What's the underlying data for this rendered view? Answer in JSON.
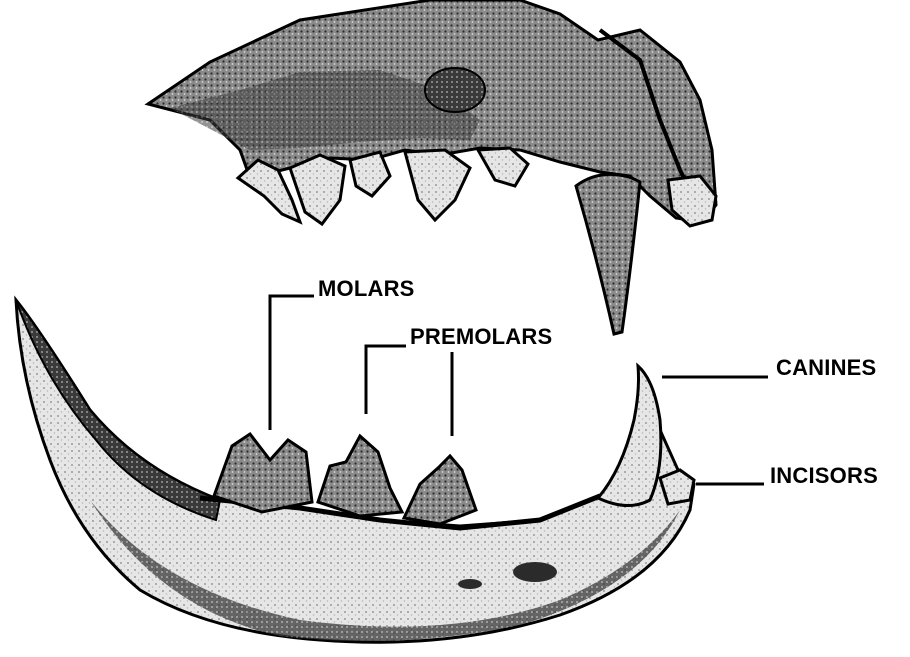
{
  "diagram": {
    "labels": {
      "molars": "MOLARS",
      "premolars": "PREMOLARS",
      "canines": "CANINES",
      "incisors": "INCISORS"
    },
    "colors": {
      "ink": "#000000",
      "bone_dark": "#2b2b2b",
      "bone_mid": "#6e6e6e",
      "bone_light": "#b5b5b5",
      "paper": "#ffffff"
    }
  }
}
